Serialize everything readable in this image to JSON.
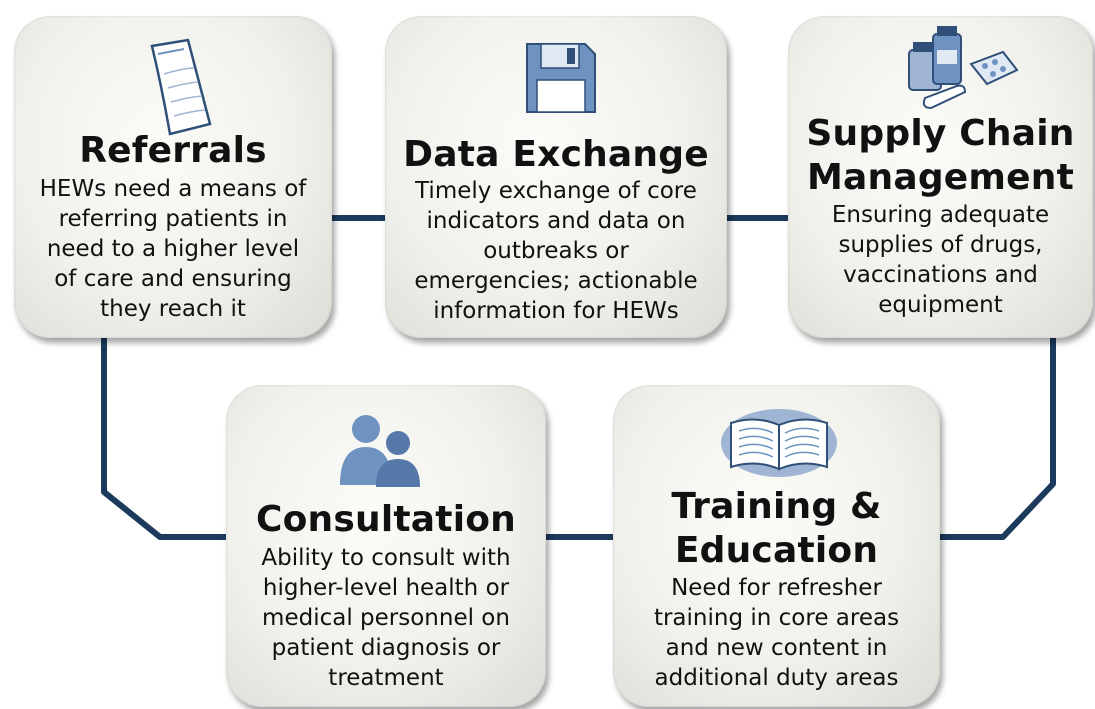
{
  "cards": {
    "referrals": {
      "title": "Referrals",
      "lines": [
        "HEWs need a means of",
        "referring patients in",
        "need to a higher level",
        "of care and ensuring",
        "they reach it"
      ],
      "icon": "referral-slip-icon"
    },
    "data_exchange": {
      "title": "Data Exchange",
      "lines": [
        "Timely exchange of core",
        "indicators and data on",
        "outbreaks or",
        "emergencies; actionable",
        "information for HEWs"
      ],
      "icon": "floppy-disk-icon"
    },
    "supply_chain": {
      "title_lines": [
        "Supply Chain",
        "Management"
      ],
      "lines": [
        "Ensuring adequate",
        "supplies of drugs,",
        "vaccinations and",
        "equipment"
      ],
      "icon": "medicine-bottles-icon"
    },
    "consultation": {
      "title": "Consultation",
      "lines": [
        "Ability to consult with",
        "higher-level health or",
        "medical personnel on",
        "patient diagnosis or",
        "treatment"
      ],
      "icon": "people-icon"
    },
    "training": {
      "title_lines": [
        "Training &",
        "Education"
      ],
      "lines": [
        "Need for refresher",
        "training in core areas",
        "and new content in",
        "additional duty areas"
      ],
      "icon": "open-book-icon"
    }
  },
  "colors": {
    "connector": "#1b3a5c",
    "icon_blue": "#6f93c0",
    "icon_dark": "#2f4f78"
  }
}
